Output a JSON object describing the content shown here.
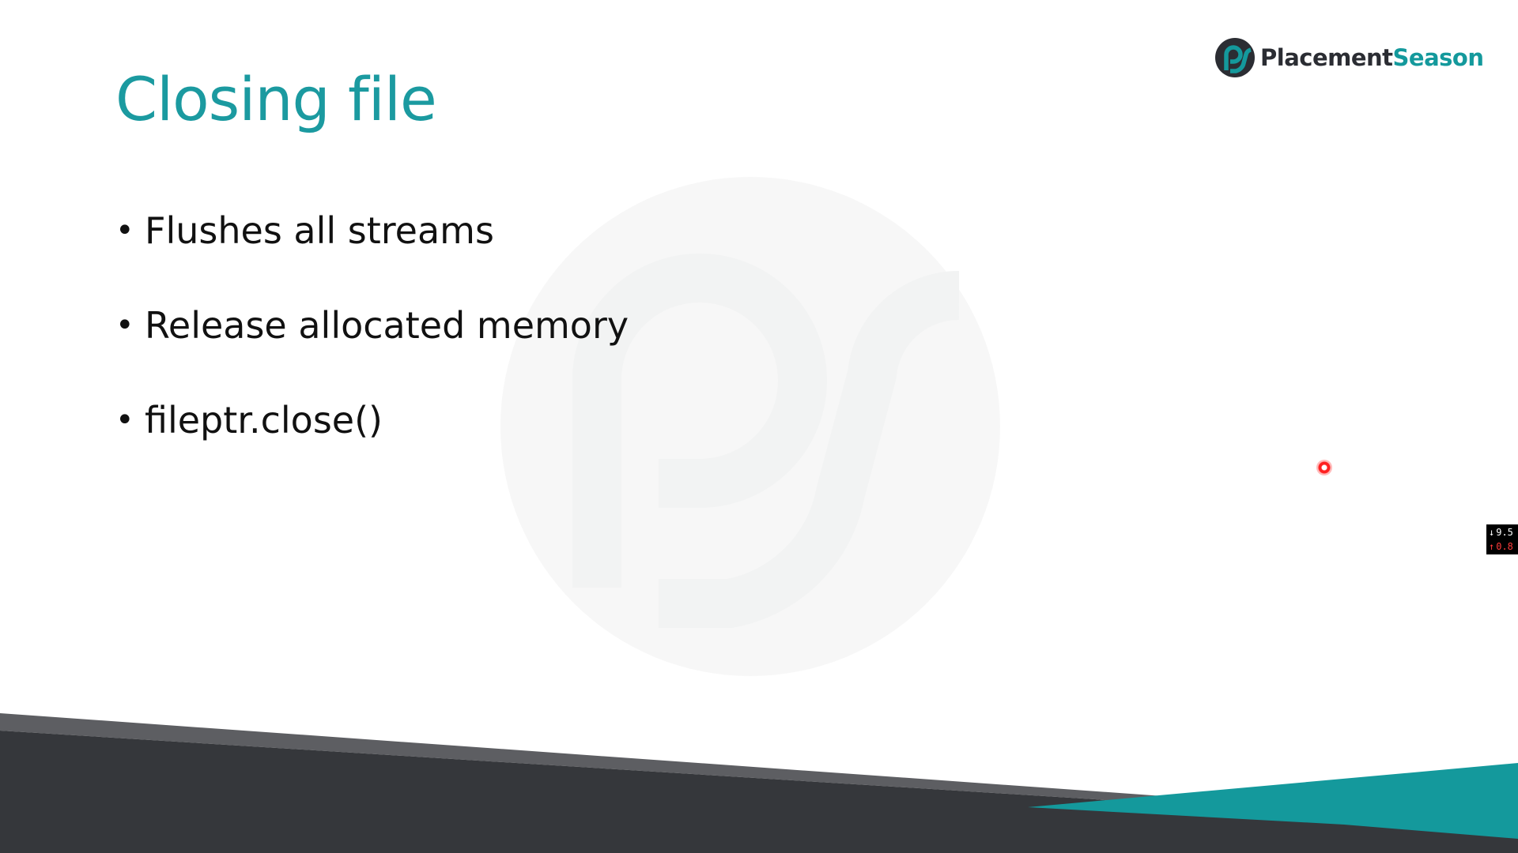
{
  "colors": {
    "title": "#1b9aa0",
    "teal": "#14999c",
    "dark": "#35373b",
    "mid_gray": "#5d5e62",
    "text": "#111111",
    "logo_dark": "#2b2d33"
  },
  "slide": {
    "title": "Closing file",
    "bullets": [
      {
        "marker": "•",
        "text": "Flushes all streams"
      },
      {
        "marker": "•",
        "text": "Release allocated memory"
      },
      {
        "marker": "•",
        "text": "fileptr.close()"
      }
    ]
  },
  "logo": {
    "icon": "ps-logo-icon",
    "text_part1": "Placement",
    "text_part2": "Season"
  },
  "watermark": {
    "icon": "ps-watermark-icon"
  },
  "pointer": {
    "icon": "laser-pointer-icon"
  },
  "network_widget": {
    "download_arrow": "↓",
    "download": "9.5 k",
    "upload_arrow": "↑",
    "upload": "0.8 k",
    "download_color": "#ffffff",
    "upload_color": "#ff3b3b"
  }
}
